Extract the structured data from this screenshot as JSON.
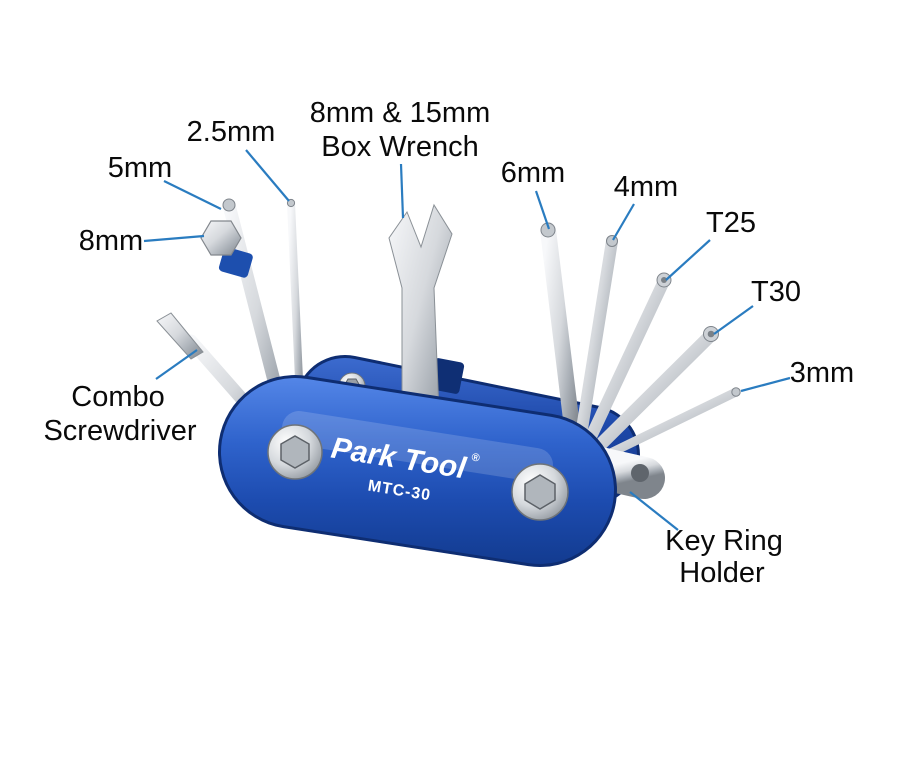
{
  "colors": {
    "background": "#ffffff",
    "leader_line": "#2a7cc0",
    "tool_body": "#2355b8"
  },
  "callouts": {
    "hex8": "8mm",
    "hex5": "5mm",
    "hex25": "2.5mm",
    "box1": "8mm & 15mm",
    "box2": "Box Wrench",
    "hex6": "6mm",
    "hex4": "4mm",
    "t25": "T25",
    "t30": "T30",
    "hex3": "3mm",
    "combo1": "Combo",
    "combo2": "Screwdriver",
    "key1": "Key Ring",
    "key2": "Holder"
  },
  "branding": {
    "brand": "Park Tool",
    "registered": "®",
    "model": "MTC-30"
  }
}
